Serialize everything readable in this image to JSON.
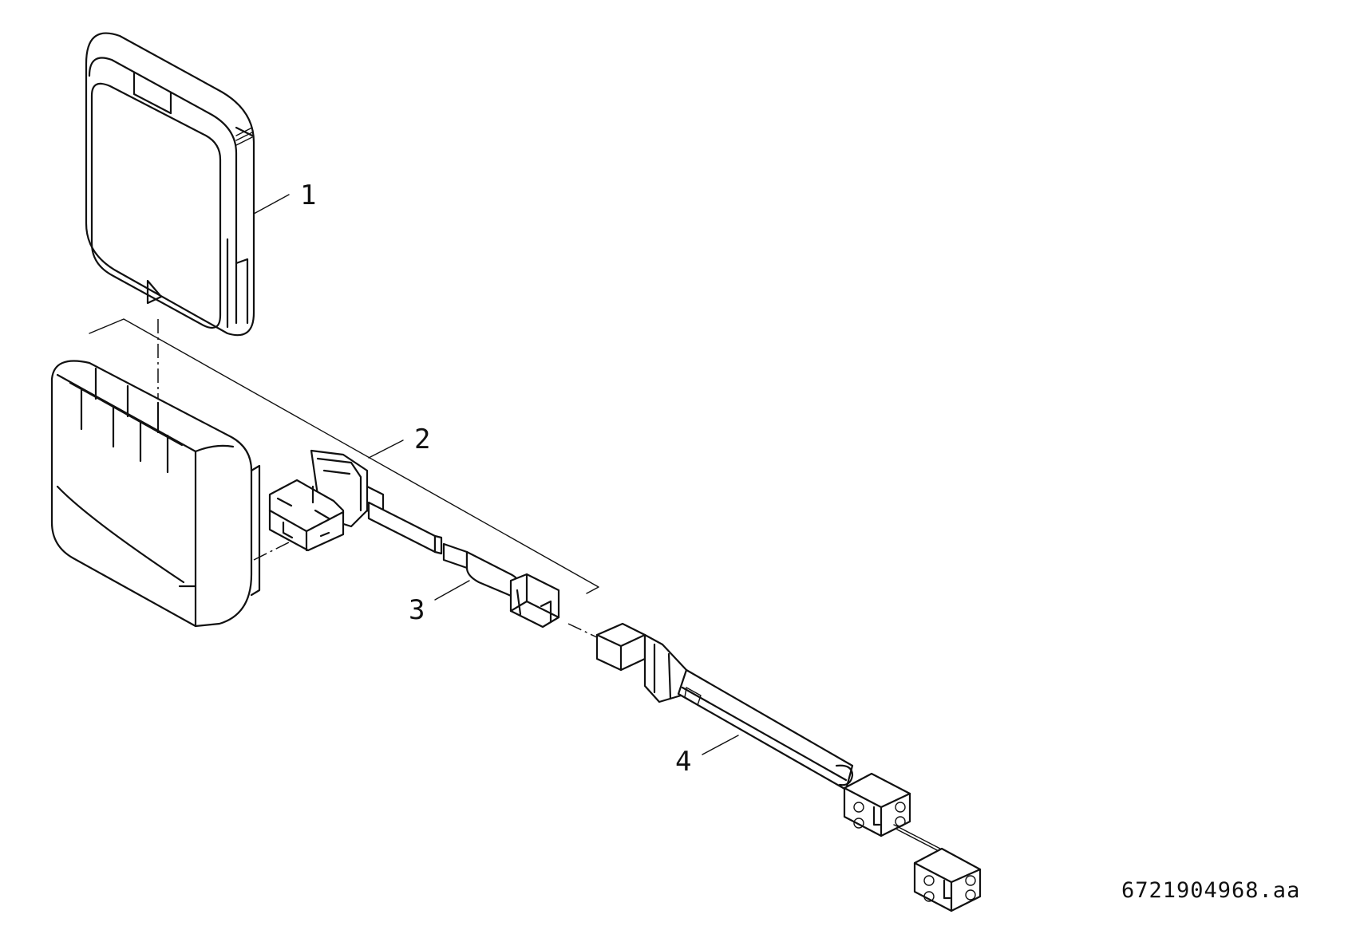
{
  "callouts": [
    {
      "id": "1",
      "text": "1"
    },
    {
      "id": "2",
      "text": "2"
    },
    {
      "id": "3",
      "text": "3"
    },
    {
      "id": "4",
      "text": "4"
    }
  ],
  "reference_code": "6721904968.aa",
  "colors": {
    "line": "#111111",
    "background": "#ffffff"
  }
}
